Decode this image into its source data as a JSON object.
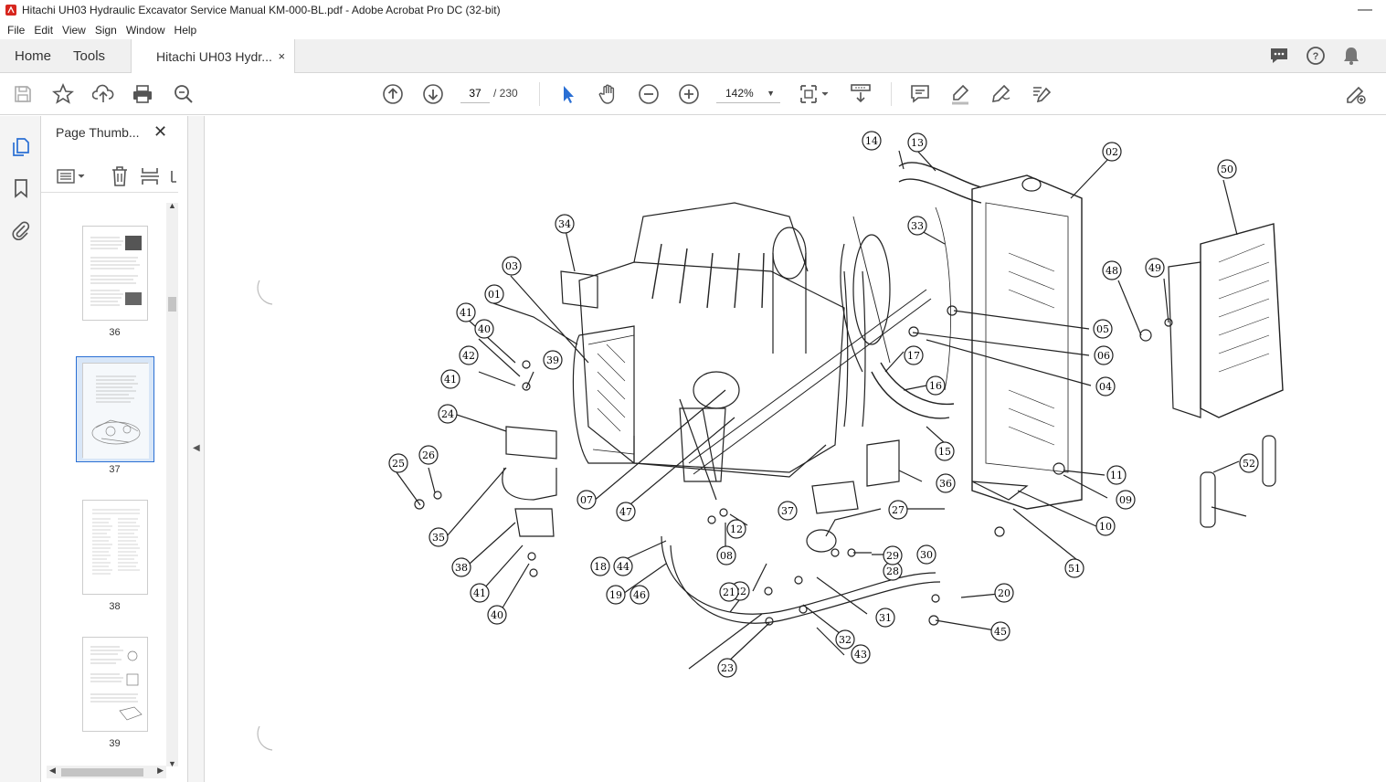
{
  "window": {
    "title": "Hitachi UH03 Hydraulic Excavator Service Manual KM-000-BL.pdf - Adobe Acrobat Pro DC (32-bit)",
    "minimize": "—"
  },
  "menu": [
    "File",
    "Edit",
    "View",
    "Sign",
    "Window",
    "Help"
  ],
  "tabs": {
    "home": "Home",
    "tools": "Tools",
    "document": "Hitachi UH03 Hydr...",
    "close": "×"
  },
  "toolbar": {
    "page_current": "37",
    "page_total": "/ 230",
    "zoom": "142%"
  },
  "panel": {
    "title": "Page Thumb...",
    "close": "✕",
    "thumbnails": [
      {
        "label": "36"
      },
      {
        "label": "37"
      },
      {
        "label": "38"
      },
      {
        "label": "39"
      }
    ],
    "selected": "37"
  },
  "diagram": {
    "callouts": [
      "14",
      "13",
      "02",
      "50",
      "33",
      "34",
      "03",
      "01",
      "41",
      "40",
      "39",
      "42",
      "41",
      "24",
      "25",
      "26",
      "35",
      "38",
      "41",
      "40",
      "05",
      "06",
      "04",
      "48",
      "49",
      "17",
      "16",
      "15",
      "36",
      "27",
      "37",
      "28",
      "29",
      "30",
      "31",
      "32",
      "43",
      "22",
      "23",
      "21",
      "20",
      "45",
      "18",
      "44",
      "19",
      "46",
      "47",
      "07",
      "08",
      "12",
      "11",
      "09",
      "10",
      "51",
      "52"
    ]
  },
  "colors": {
    "accent": "#2a6fd4",
    "selection_bg": "#d8e6f7",
    "chrome_bg": "#f0f0f0"
  },
  "icons": {
    "toolbar_left": [
      "save-icon",
      "star-icon",
      "upload-icon",
      "print-icon",
      "zoom-search-icon"
    ],
    "toolbar_nav": [
      "page-up-icon",
      "page-down-icon"
    ],
    "toolbar_tools": [
      "select-arrow-icon",
      "hand-icon",
      "zoom-out-icon",
      "zoom-in-icon",
      "fit-page-icon",
      "scroll-mode-icon",
      "comment-icon",
      "highlight-icon",
      "sign-pen-icon",
      "edit-icon",
      "share-icon"
    ],
    "tab_right": [
      "chat-icon",
      "help-icon",
      "bell-icon"
    ],
    "rail": [
      "page-thumbnails-icon",
      "bookmark-icon",
      "attachment-icon"
    ]
  }
}
